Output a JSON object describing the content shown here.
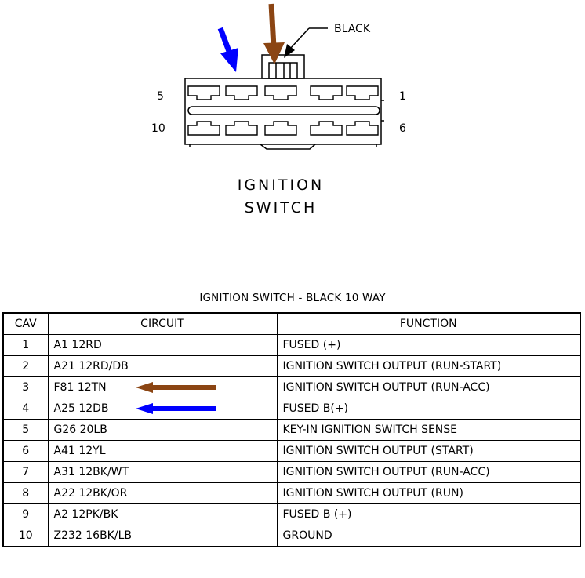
{
  "diagram": {
    "title_line1": "IGNITION",
    "title_line2": "SWITCH",
    "color_label": "BLACK",
    "cavity_labels": {
      "top_left": "5",
      "top_right": "1",
      "bottom_left": "10",
      "bottom_right": "6"
    },
    "arrow_colors": {
      "brown": "#8B4513",
      "blue": "#0000FF"
    }
  },
  "table": {
    "title": "IGNITION SWITCH - BLACK 10 WAY",
    "headers": {
      "cav": "CAV",
      "circuit": "CIRCUIT",
      "function": "FUNCTION"
    },
    "rows": [
      {
        "cav": "1",
        "circuit": "A1 12RD",
        "function": "FUSED (+)"
      },
      {
        "cav": "2",
        "circuit": "A21 12RD/DB",
        "function": "IGNITION SWITCH OUTPUT (RUN-START)"
      },
      {
        "cav": "3",
        "circuit": "F81 12TN",
        "function": "IGNITION SWITCH OUTPUT (RUN-ACC)",
        "arrow": "brown"
      },
      {
        "cav": "4",
        "circuit": "A25 12DB",
        "function": "FUSED B(+)",
        "arrow": "blue"
      },
      {
        "cav": "5",
        "circuit": "G26 20LB",
        "function": "KEY-IN IGNITION SWITCH SENSE"
      },
      {
        "cav": "6",
        "circuit": "A41 12YL",
        "function": "IGNITION SWITCH OUTPUT (START)"
      },
      {
        "cav": "7",
        "circuit": "A31 12BK/WT",
        "function": "IGNITION SWITCH OUTPUT (RUN-ACC)"
      },
      {
        "cav": "8",
        "circuit": "A22 12BK/OR",
        "function": "IGNITION SWITCH OUTPUT (RUN)"
      },
      {
        "cav": "9",
        "circuit": "A2 12PK/BK",
        "function": "FUSED B (+)"
      },
      {
        "cav": "10",
        "circuit": "Z232 16BK/LB",
        "function": "GROUND"
      }
    ]
  }
}
